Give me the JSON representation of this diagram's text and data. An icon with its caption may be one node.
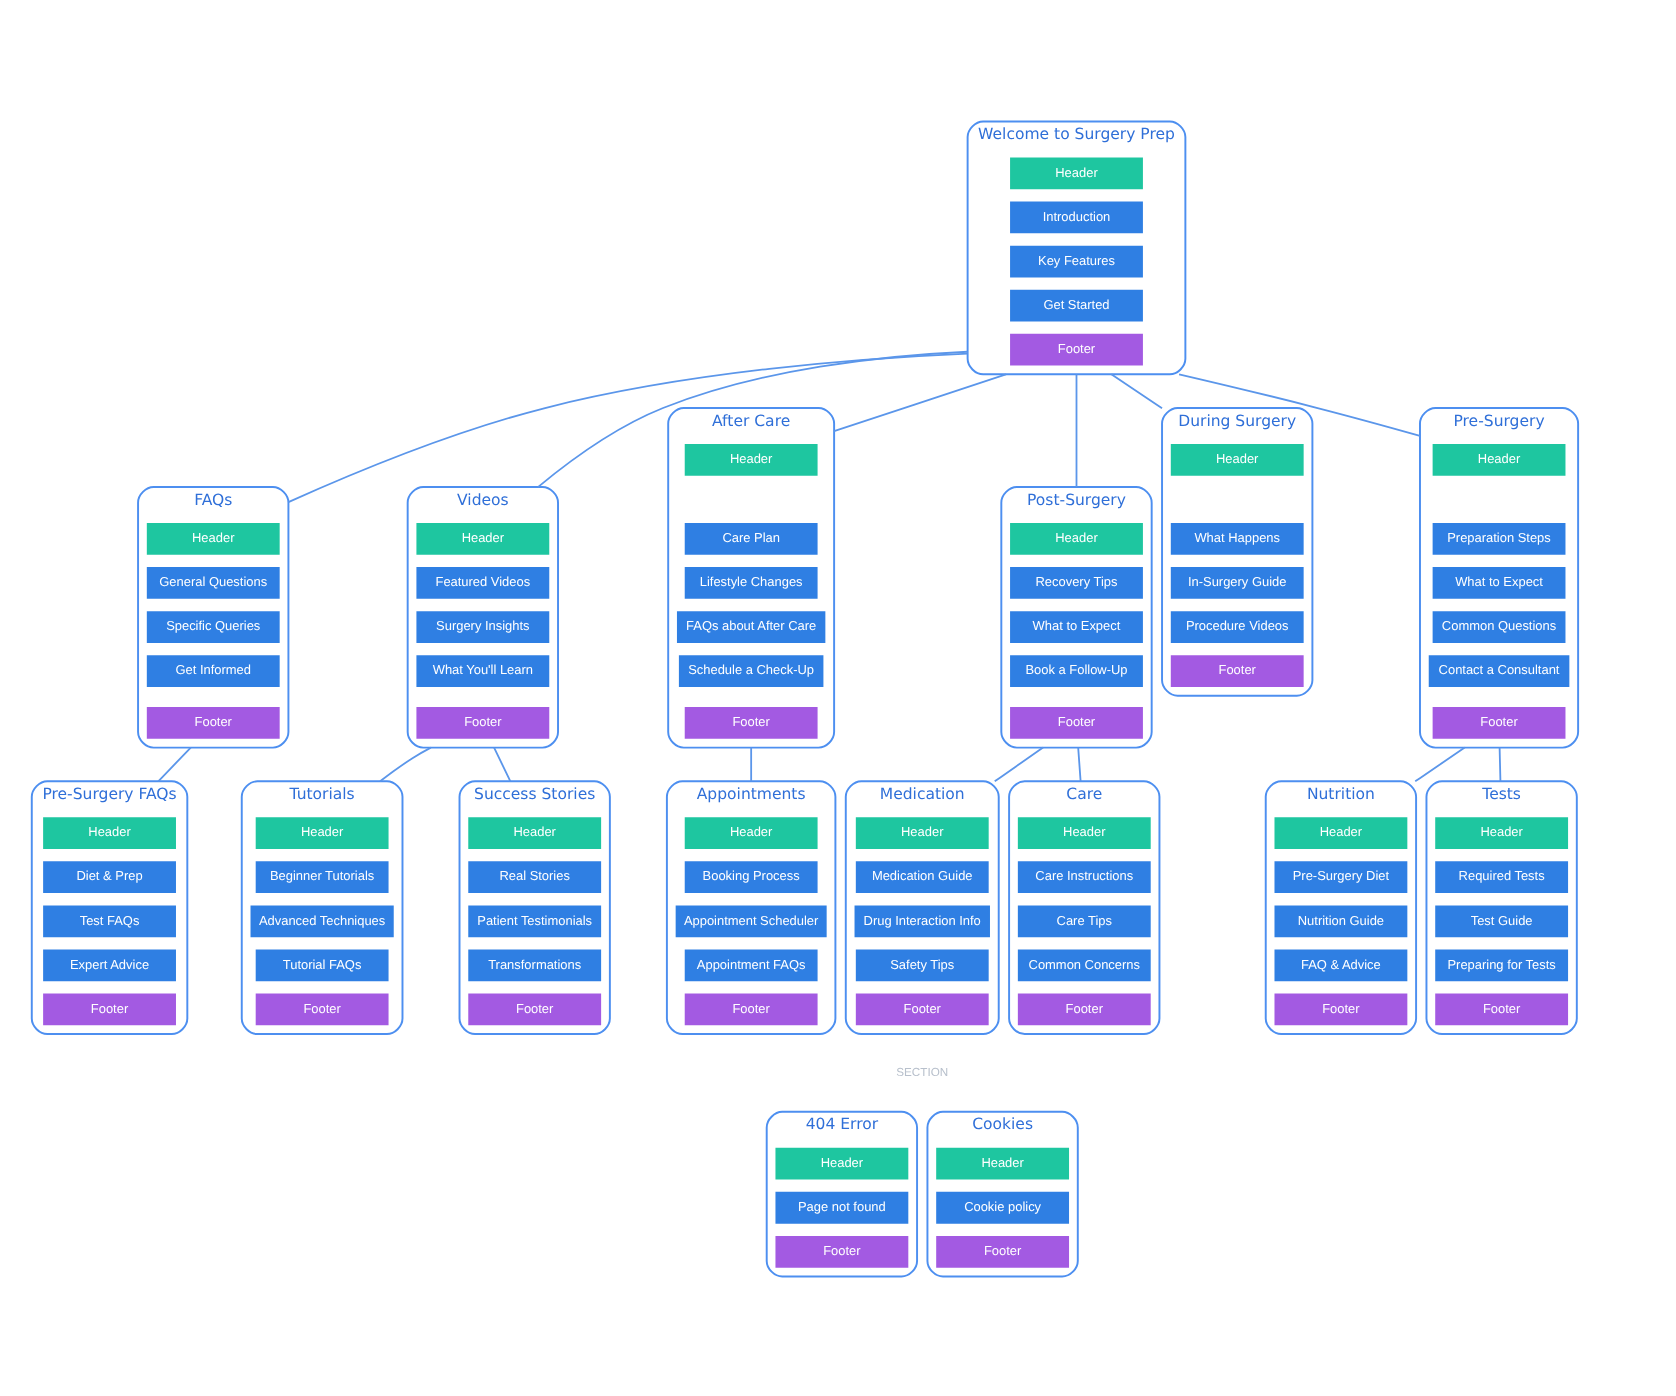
{
  "diagram": {
    "nodes": [
      {
        "text": [
          "Welcome to Surgery Prep"
        ]
      },
      {
        "text": [
          "Header"
        ],
        "in": 0
      },
      {
        "text": [
          "Introduction"
        ],
        "in": 0
      },
      {
        "text": [
          "Key Features"
        ],
        "in": 0
      },
      {
        "text": [
          "Get Started"
        ],
        "in": 0
      },
      {
        "text": [
          "Footer"
        ],
        "in": 0
      },
      {
        "text": [
          "FAQs"
        ]
      },
      {
        "text": [
          "Header"
        ],
        "in": 6
      },
      {
        "text": [
          "General Questions"
        ],
        "in": 6
      },
      {
        "text": [
          "Specific Queries"
        ],
        "in": 6
      },
      {
        "text": [
          "Get Informed"
        ],
        "in": 6
      },
      {
        "text": [
          "Footer"
        ],
        "in": 6
      },
      {
        "text": [
          "Videos"
        ]
      },
      {
        "text": [
          "Header"
        ],
        "in": 12
      },
      {
        "text": [
          "Featured Videos"
        ],
        "in": 12
      },
      {
        "text": [
          "Surgery Insights"
        ],
        "in": 12
      },
      {
        "text": [
          "What You'll Learn"
        ],
        "in": 12
      },
      {
        "text": [
          "Footer"
        ],
        "in": 12
      },
      {
        "text": [
          "After Care"
        ]
      },
      {
        "text": [
          "Header"
        ],
        "in": 18
      },
      {
        "text": [
          "Care Plan"
        ],
        "in": 18
      },
      {
        "text": [
          "Lifestyle Changes"
        ],
        "in": 18
      },
      {
        "text": [
          "FAQs about After Care"
        ],
        "in": 18
      },
      {
        "text": [
          "Schedule a Check-Up"
        ],
        "in": 18
      },
      {
        "text": [
          "Footer"
        ],
        "in": 18
      },
      {
        "text": [
          "Post-Surgery"
        ]
      },
      {
        "text": [
          "Header"
        ],
        "in": 25
      },
      {
        "text": [
          "Recovery Tips"
        ],
        "in": 25
      },
      {
        "text": [
          "What to Expect"
        ],
        "in": 25
      },
      {
        "text": [
          "Book a Follow-Up"
        ],
        "in": 25
      },
      {
        "text": [
          "Footer"
        ],
        "in": 25
      },
      {
        "text": [
          "During Surgery"
        ]
      },
      {
        "text": [
          "Header"
        ],
        "in": 31
      },
      {
        "text": [
          "What Happens"
        ],
        "in": 31
      },
      {
        "text": [
          "In-Surgery Guide"
        ],
        "in": 31
      },
      {
        "text": [
          "Procedure Videos"
        ],
        "in": 31
      },
      {
        "text": [
          "Footer"
        ],
        "in": 31
      },
      {
        "text": [
          "Pre-Surgery"
        ]
      },
      {
        "text": [
          "Header"
        ],
        "in": 37
      },
      {
        "text": [
          "Preparation Steps"
        ],
        "in": 37
      },
      {
        "text": [
          "What to Expect"
        ],
        "in": 37
      },
      {
        "text": [
          "Common Questions"
        ],
        "in": 37
      },
      {
        "text": [
          "Contact a Consultant"
        ],
        "in": 37
      },
      {
        "text": [
          "Footer"
        ],
        "in": 37
      },
      {
        "text": [
          "Pre-Surgery FAQs"
        ]
      },
      {
        "text": [
          "Header"
        ],
        "in": 44
      },
      {
        "text": [
          "Diet & Prep"
        ],
        "in": 44
      },
      {
        "text": [
          "Test FAQs"
        ],
        "in": 44
      },
      {
        "text": [
          "Expert Advice"
        ],
        "in": 44
      },
      {
        "text": [
          "Footer"
        ],
        "in": 44
      },
      {
        "text": [
          "Success Stories"
        ]
      },
      {
        "text": [
          "Header"
        ],
        "in": 50
      },
      {
        "text": [
          "Real Stories"
        ],
        "in": 50
      },
      {
        "text": [
          "Patient Testimonials"
        ],
        "in": 50
      },
      {
        "text": [
          "Transformations"
        ],
        "in": 50
      },
      {
        "text": [
          "Footer"
        ],
        "in": 50
      },
      {
        "text": [
          "Tutorials"
        ]
      },
      {
        "text": [
          "Header"
        ],
        "in": 56
      },
      {
        "text": [
          "Beginner Tutorials"
        ],
        "in": 56
      },
      {
        "text": [
          "Advanced Techniques"
        ],
        "in": 56
      },
      {
        "text": [
          "Tutorial FAQs"
        ],
        "in": 56
      },
      {
        "text": [
          "Footer"
        ],
        "in": 56
      },
      {
        "text": [
          "Appointments"
        ]
      },
      {
        "text": [
          "Header"
        ],
        "in": 62
      },
      {
        "text": [
          "Booking Process"
        ],
        "in": 62
      },
      {
        "text": [
          "Appointment Scheduler"
        ],
        "in": 62
      },
      {
        "text": [
          "Appointment FAQs"
        ],
        "in": 62
      },
      {
        "text": [
          "Footer"
        ],
        "in": 62
      },
      {
        "text": [
          "Medication"
        ]
      },
      {
        "text": [
          "Header"
        ],
        "in": 68
      },
      {
        "text": [
          "Medication Guide"
        ],
        "in": 68
      },
      {
        "text": [
          "Drug Interaction Info"
        ],
        "in": 68
      },
      {
        "text": [
          "Safety Tips"
        ],
        "in": 68
      },
      {
        "text": [
          "Footer"
        ],
        "in": 68
      },
      {
        "text": [
          "Care"
        ]
      },
      {
        "text": [
          "Header"
        ],
        "in": 74
      },
      {
        "text": [
          "Care Instructions"
        ],
        "in": 74
      },
      {
        "text": [
          "Care Tips"
        ],
        "in": 74
      },
      {
        "text": [
          "Common Concerns"
        ],
        "in": 74
      },
      {
        "text": [
          "Footer"
        ],
        "in": 74
      },
      {
        "text": [
          "Nutrition"
        ]
      },
      {
        "text": [
          "Header"
        ],
        "in": 80
      },
      {
        "text": [
          "Pre-Surgery Diet"
        ],
        "in": 80
      },
      {
        "text": [
          "Nutrition Guide"
        ],
        "in": 80
      },
      {
        "text": [
          "FAQ & Advice"
        ],
        "in": 80
      },
      {
        "text": [
          "Footer"
        ],
        "in": 80
      },
      {
        "text": [
          "Tests"
        ]
      },
      {
        "text": [
          "Header"
        ],
        "in": 86
      },
      {
        "text": [
          "Required Tests"
        ],
        "in": 86
      },
      {
        "text": [
          "Test Guide"
        ],
        "in": 86
      },
      {
        "text": [
          "Preparing for Tests"
        ],
        "in": 86
      },
      {
        "text": [
          "Footer"
        ],
        "in": 86
      },
      {
        "text": [
          "404 Error"
        ]
      },
      {
        "text": [
          "Header"
        ],
        "in": 92
      },
      {
        "text": [
          "Page not found"
        ],
        "in": 92
      },
      {
        "text": [
          "Footer"
        ],
        "in": 92
      },
      {
        "text": [
          "Cookies"
        ]
      },
      {
        "text": [
          "Header"
        ],
        "in": 96
      },
      {
        "text": [
          "Cookie policy"
        ],
        "in": 96
      },
      {
        "text": [
          "Footer"
        ],
        "in": 96
      }
    ],
    "edges": [
      {
        "from": 0,
        "to": 6,
        "arrow": "none"
      },
      {
        "from": 0,
        "to": 12,
        "arrow": "none"
      },
      {
        "from": 0,
        "to": 18,
        "arrow": "none"
      },
      {
        "from": 0,
        "to": 25,
        "arrow": "none"
      },
      {
        "from": 0,
        "to": 31,
        "arrow": "none"
      },
      {
        "from": 0,
        "to": 37,
        "arrow": "none"
      },
      {
        "from": 6,
        "to": 44,
        "arrow": "none"
      },
      {
        "from": 12,
        "to": 50,
        "arrow": "none"
      },
      {
        "from": 12,
        "to": 56,
        "arrow": "none"
      },
      {
        "from": 18,
        "to": 62,
        "arrow": "none"
      },
      {
        "from": 25,
        "to": 68,
        "arrow": "none"
      },
      {
        "from": 25,
        "to": 74,
        "arrow": "none"
      },
      {
        "from": 37,
        "to": 80,
        "arrow": "none"
      },
      {
        "from": 37,
        "to": 86,
        "arrow": "none"
      }
    ],
    "labels": [
      "SECTION"
    ]
  }
}
